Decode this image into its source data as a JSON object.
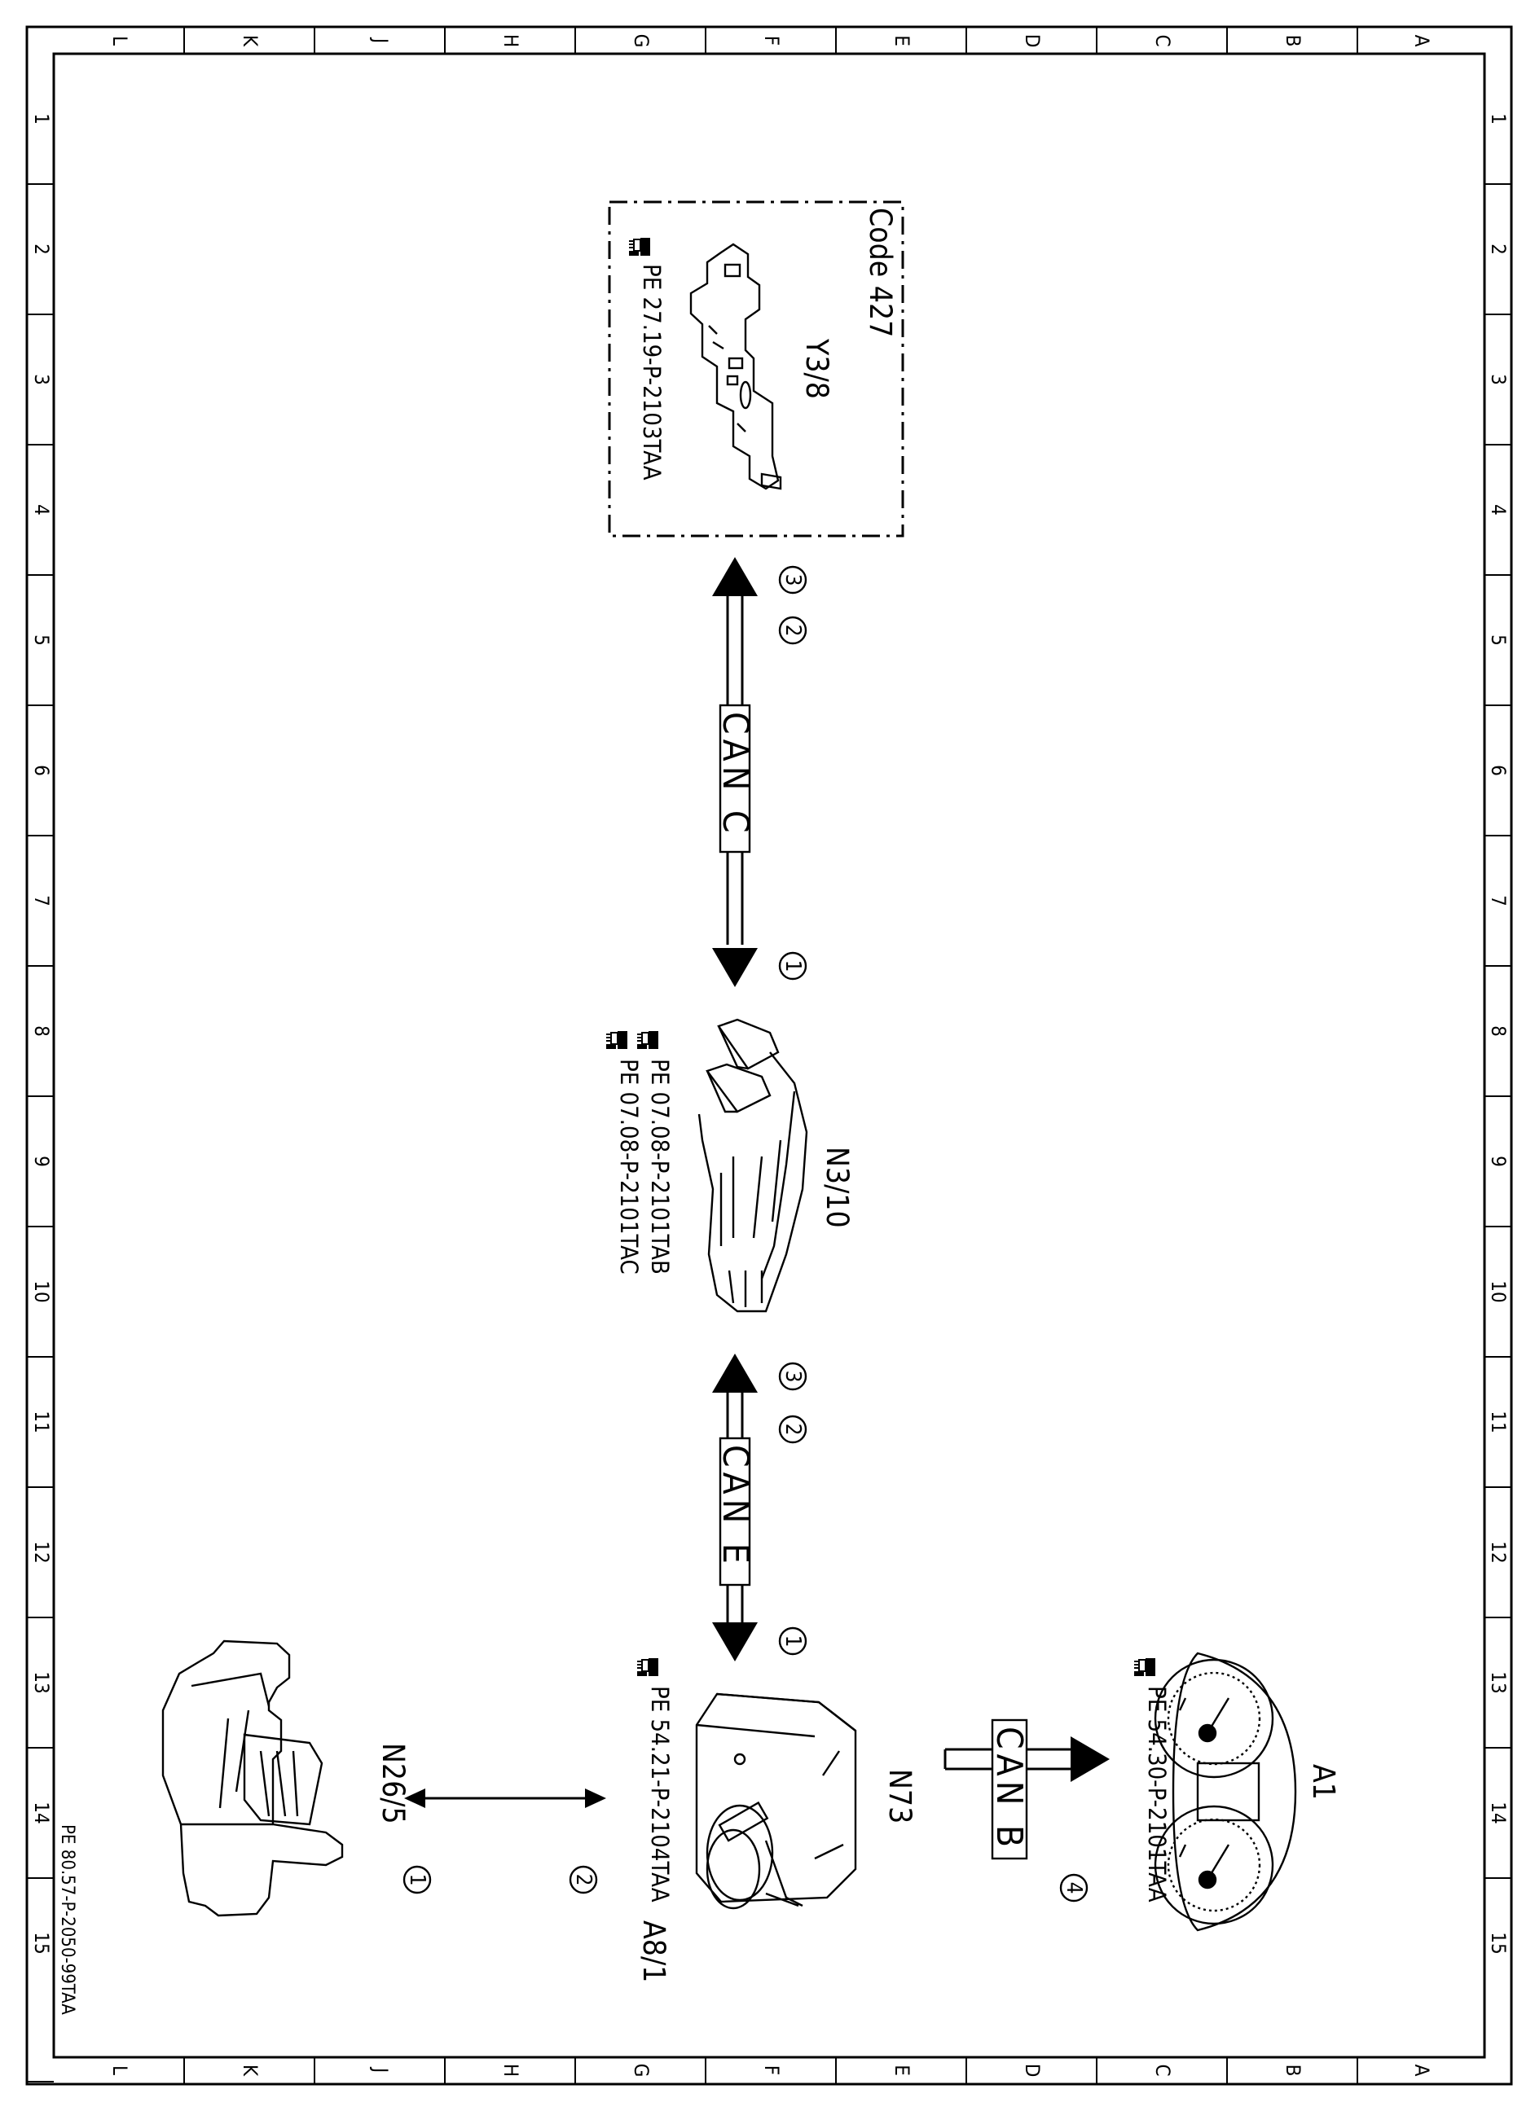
{
  "frame": {
    "columns": [
      "L",
      "K",
      "J",
      "H",
      "G",
      "F",
      "E",
      "D",
      "C",
      "B",
      "A"
    ],
    "rows": [
      "1",
      "2",
      "3",
      "4",
      "5",
      "6",
      "7",
      "8",
      "9",
      "10",
      "11",
      "12",
      "13",
      "14",
      "15"
    ],
    "footer_code": "PE 80.57-P-2050-99TAA"
  },
  "components": {
    "y3_8": {
      "label": "Y3/8",
      "code": "Code 427",
      "ref": "PE 27.19-P-2103TAA"
    },
    "n3_10": {
      "label": "N3/10",
      "refs": [
        "PE 07.08-P-2101TAB",
        "PE 07.08-P-2101TAC"
      ]
    },
    "n73": {
      "label": "N73",
      "ref": "PE 54.21-P-2104TAA"
    },
    "a8_1": {
      "label": "A8/1"
    },
    "n26_5": {
      "label": "N26/5"
    },
    "a1": {
      "label": "A1",
      "ref": "PE 54.30-P-2101TAA"
    }
  },
  "buses": {
    "can_c": {
      "label": "CAN C",
      "callouts": [
        "3",
        "2",
        "1"
      ]
    },
    "can_e": {
      "label": "CAN E",
      "callouts": [
        "3",
        "2",
        "1"
      ]
    },
    "can_b": {
      "label": "CAN B",
      "callouts": [
        "4"
      ]
    },
    "n26_link": {
      "callouts": [
        "2",
        "1"
      ]
    }
  },
  "icons": [
    "pointing-hand-icon"
  ]
}
